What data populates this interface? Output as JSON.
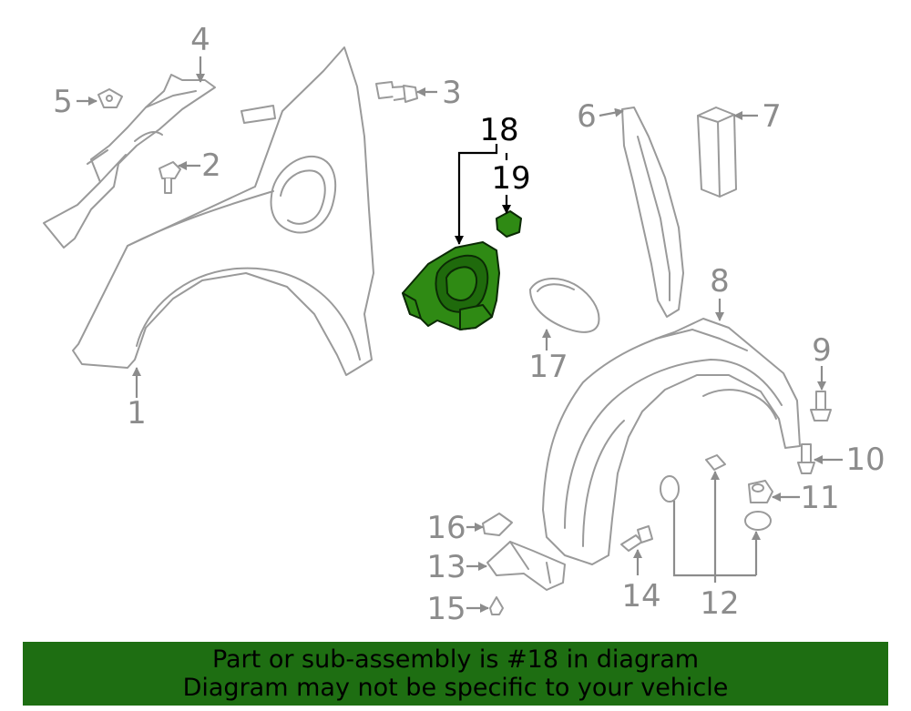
{
  "callouts": {
    "c1": "1",
    "c2": "2",
    "c3": "3",
    "c4": "4",
    "c5": "5",
    "c6": "6",
    "c7": "7",
    "c8": "8",
    "c9": "9",
    "c10": "10",
    "c11": "11",
    "c12": "12",
    "c13": "13",
    "c14": "14",
    "c15": "15",
    "c16": "16",
    "c17": "17",
    "c18": "18",
    "c19": "19"
  },
  "highlight": {
    "part": "18",
    "color": "#2f8a14"
  },
  "banner": {
    "line1": "Part or sub-assembly is #18 in diagram",
    "line2": "Diagram may not be specific to your vehicle",
    "background": "#1e6e12"
  }
}
